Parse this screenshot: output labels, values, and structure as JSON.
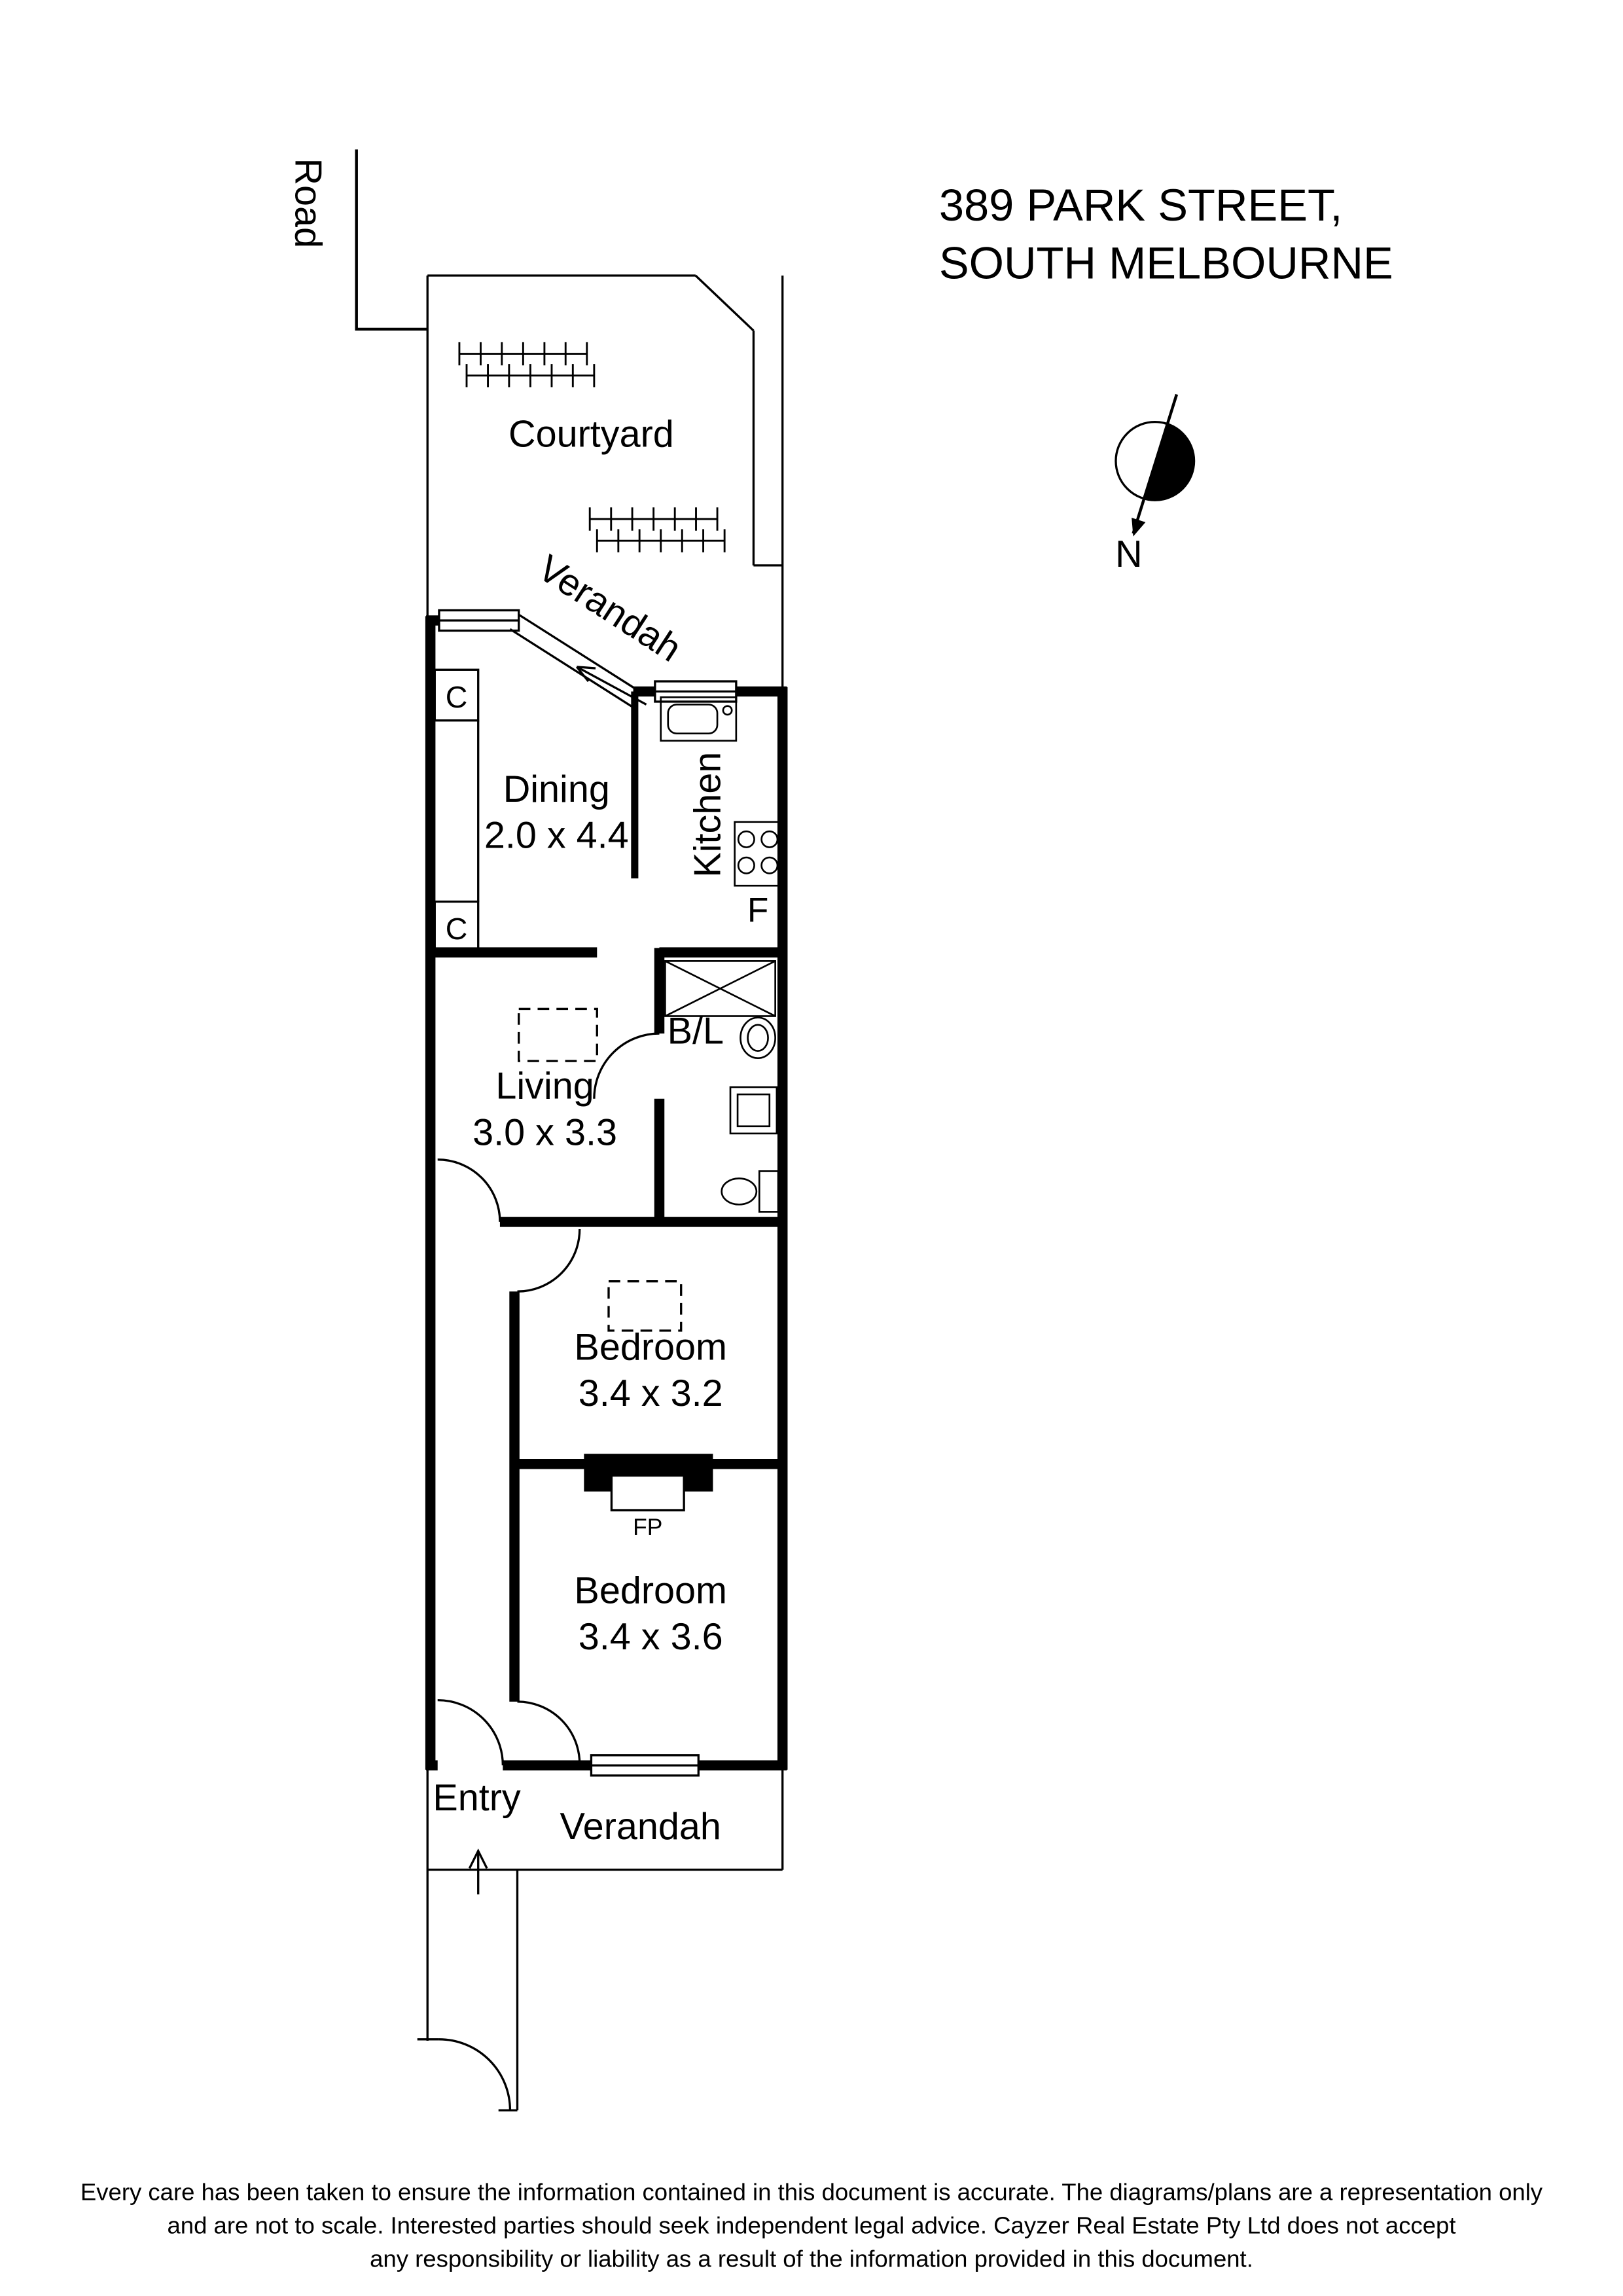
{
  "colors": {
    "ink": "#000000",
    "paper": "#ffffff"
  },
  "title": {
    "line1": "389 PARK STREET,",
    "line2": "SOUTH MELBOURNE"
  },
  "compass": {
    "north_label": "N"
  },
  "road": {
    "label": "Road"
  },
  "plan": {
    "courtyard": {
      "label": "Courtyard"
    },
    "rear_verandah": {
      "label": "Verandah"
    },
    "dining": {
      "label": "Dining",
      "dims": "2.0 x 4.4"
    },
    "kitchen": {
      "label": "Kitchen",
      "fridge_label": "F"
    },
    "closet_top": {
      "label": "C"
    },
    "closet_bottom": {
      "label": "C"
    },
    "living": {
      "label": "Living",
      "dims": "3.0 x 3.3"
    },
    "bathroom_laundry": {
      "label": "B/L"
    },
    "bedroom1": {
      "label": "Bedroom",
      "dims": "3.4 x 3.2"
    },
    "bedroom2": {
      "label": "Bedroom",
      "dims": "3.4 x 3.6"
    },
    "fireplace": {
      "label": "FP"
    },
    "entry": {
      "label": "Entry"
    },
    "front_verandah": {
      "label": "Verandah"
    }
  },
  "footer": {
    "line1": "Every care has been taken to ensure the information contained in this document is accurate. The diagrams/plans are a representation only",
    "line2": "and are not to scale. Interested parties should seek independent legal advice. Cayzer Real Estate Pty Ltd does not accept",
    "line3": "any responsibility or liability as a result of the information provided in this document."
  }
}
